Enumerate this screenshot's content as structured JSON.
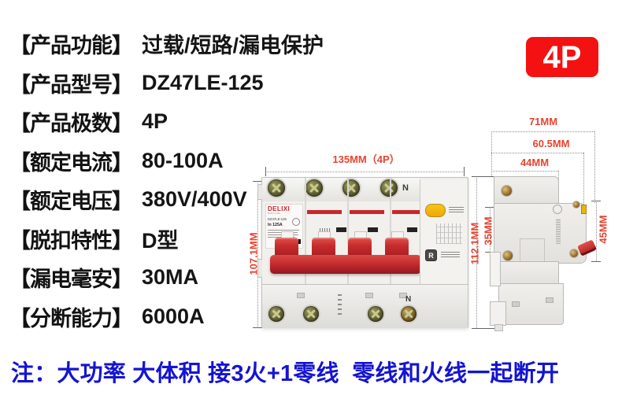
{
  "specs": {
    "items": [
      {
        "label": "【产品功能】",
        "value": "过载/短路/漏电保护"
      },
      {
        "label": "【产品型号】",
        "value": "DZ47LE-125"
      },
      {
        "label": "【产品极数】",
        "value": "4P"
      },
      {
        "label": "【额定电流】",
        "value": "80-100A"
      },
      {
        "label": "【额定电压】",
        "value": "380V/400V"
      },
      {
        "label": "【脱扣特性】",
        "value": "D型"
      },
      {
        "label": "【漏电毫安】",
        "value": "30MA"
      },
      {
        "label": "【分断能力】",
        "value": "6000A"
      }
    ]
  },
  "badge": {
    "label": "4P",
    "bg": "#f31111"
  },
  "note": {
    "text": "注：大功率 大体积 接3火+1零线  零线和火线一起断开",
    "color": "#1414d2"
  },
  "front_view": {
    "dim_width": "135MM（4P）",
    "dim_height": "107.1MM",
    "brand": "DELIXI",
    "brand_sub": "ELECTRIC",
    "model": "DZ47LE-125",
    "rating": "In 125A",
    "neutral_top": "N",
    "neutral_bottom": "N",
    "test_button": "R"
  },
  "side_view": {
    "dim_total_width": "71MM",
    "dim_front_width": "60.5MM",
    "dim_body_width": "44MM",
    "dim_total_height": "112.1MM",
    "dim_rail_height": "35MM",
    "dim_face_height": "45MM"
  },
  "colors": {
    "dimension_red": "#e8432f",
    "device_red": "#c52b2c",
    "note_blue": "#1414d2",
    "badge_red": "#f31111"
  }
}
